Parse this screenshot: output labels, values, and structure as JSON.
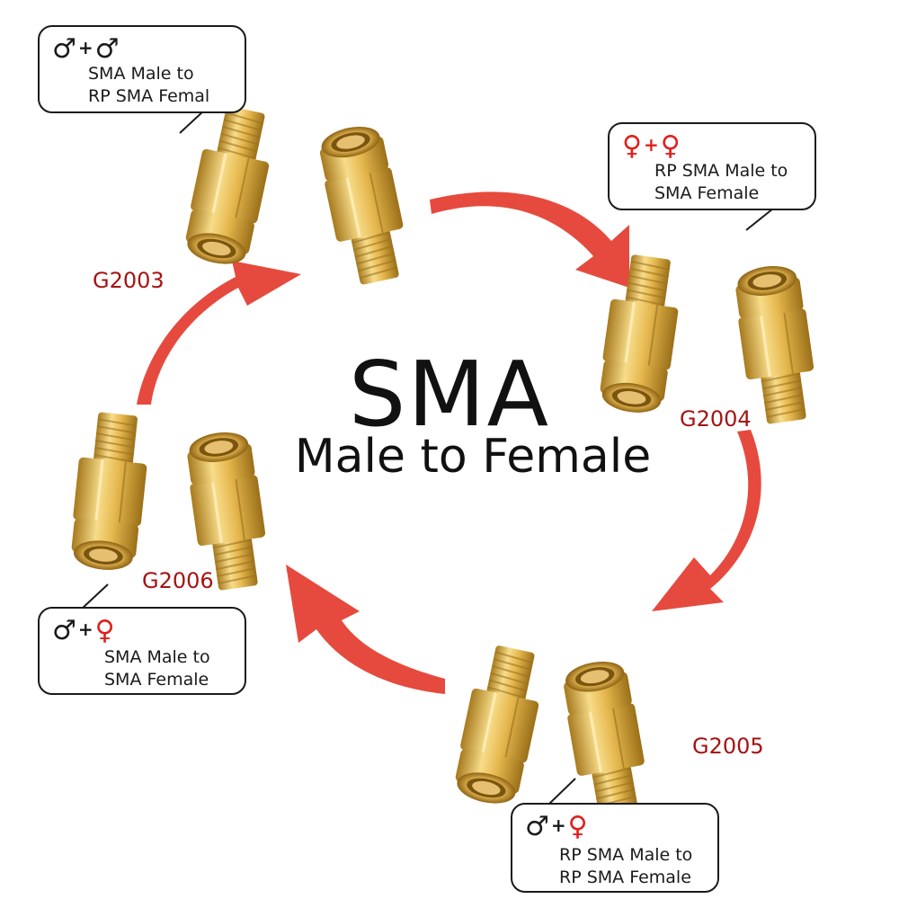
{
  "title": {
    "main": "SMA",
    "sub": "Male to Female"
  },
  "colors": {
    "arrow": "#e64a3e",
    "code_text": "#a51414",
    "female_symbol": "#e0201c",
    "gold_light": "#f3d27a",
    "gold_dark": "#b88a2a"
  },
  "products": [
    {
      "code": "G2003",
      "symbols": [
        "male",
        "male"
      ],
      "line1": "SMA Male to",
      "line2": "RP SMA Femal"
    },
    {
      "code": "G2004",
      "symbols": [
        "female",
        "female"
      ],
      "line1": "RP SMA Male to",
      "line2": "SMA Female"
    },
    {
      "code": "G2005",
      "symbols": [
        "male",
        "female"
      ],
      "line1": "RP SMA Male to",
      "line2": "RP SMA Female"
    },
    {
      "code": "G2006",
      "symbols": [
        "male",
        "female"
      ],
      "line1": "SMA Male to",
      "line2": "SMA Female"
    }
  ],
  "glyphs": {
    "male": "♂",
    "female": "♀",
    "plus": "+"
  }
}
